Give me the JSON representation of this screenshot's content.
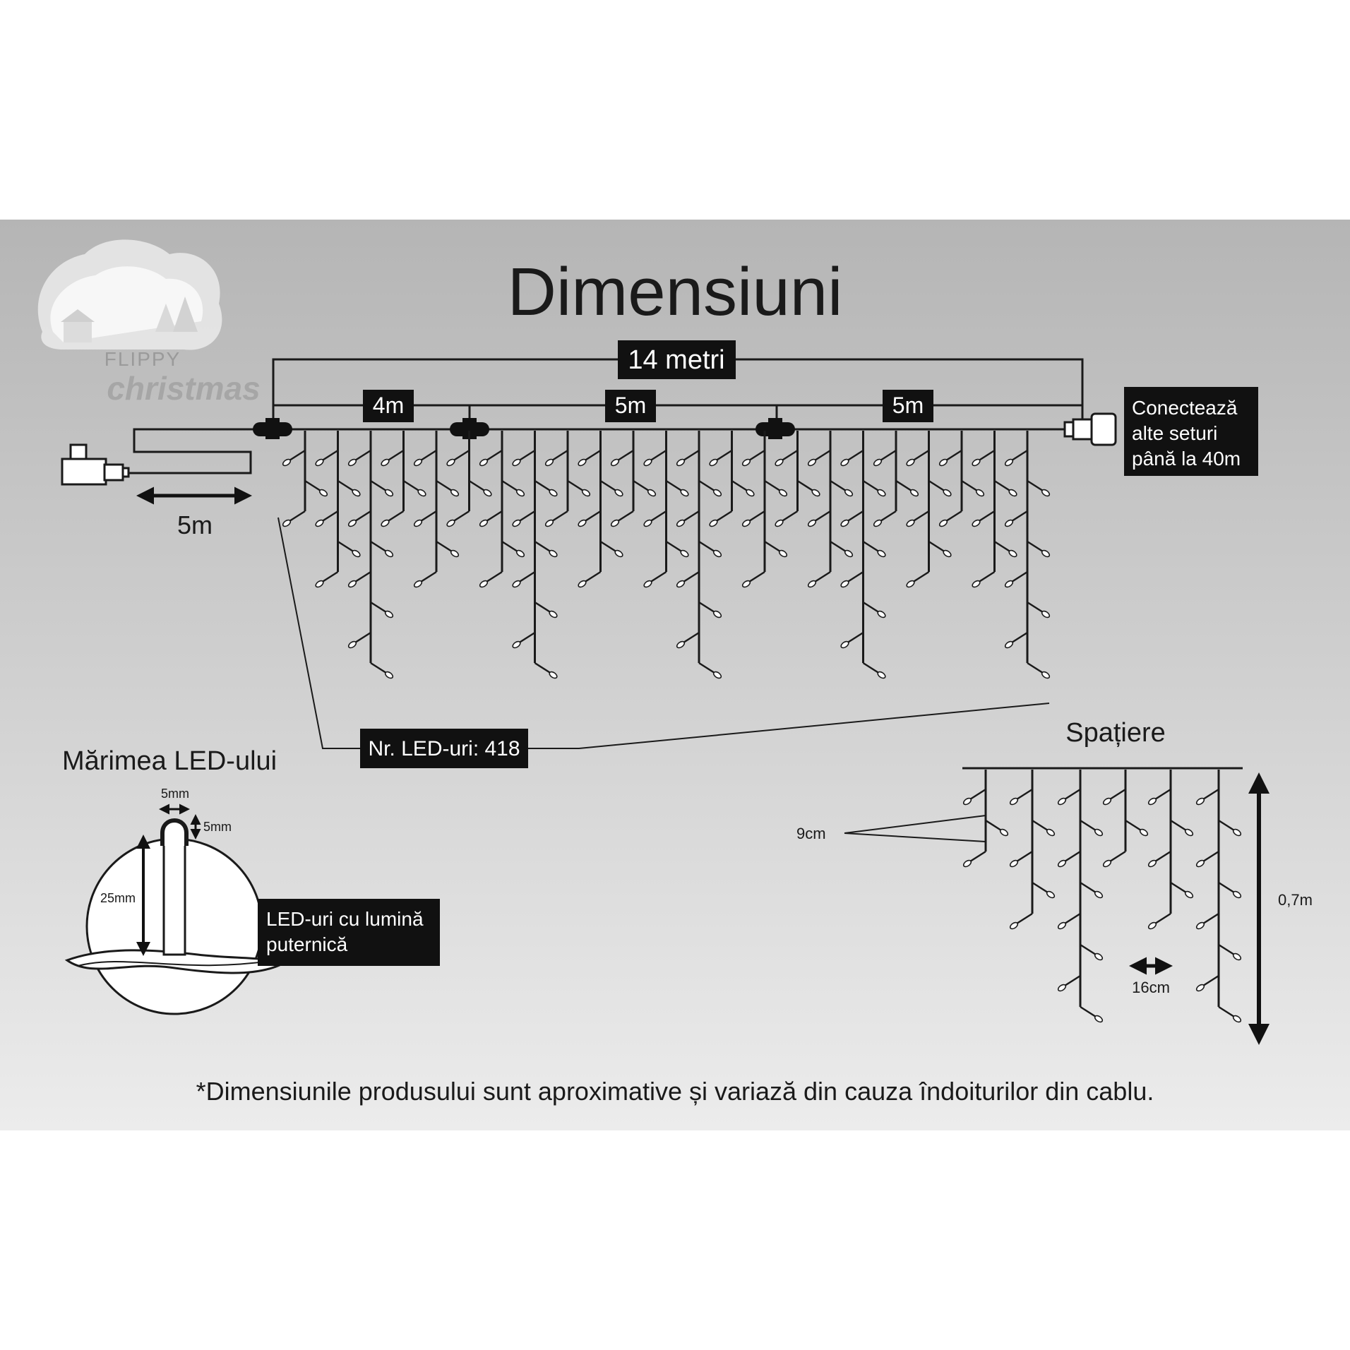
{
  "title": "Dimensiuni",
  "logo": {
    "line1": "FLIPPY",
    "line2": "christmas"
  },
  "dimensions": {
    "total": "14 metri",
    "segment1": "4m",
    "segment2": "5m",
    "segment3": "5m",
    "lead_cable": "5m"
  },
  "connect_note": {
    "line1": "Conectează",
    "line2": "alte seturi",
    "line3": "până la 40m"
  },
  "led_count": "Nr. LED-uri: 418",
  "led_size": {
    "heading": "Mărimea LED-ului",
    "width": "5mm",
    "tip": "5mm",
    "height": "25mm",
    "note_line1": "LED-uri cu lumină",
    "note_line2": "puternică"
  },
  "spacing": {
    "heading": "Spațiere",
    "drop_spacing": "9cm",
    "strand_spacing": "16cm",
    "height": "0,7m"
  },
  "footnote": "*Dimensiunile produsului sunt aproximative și variază din cauza îndoiturilor din cablu.",
  "colors": {
    "line": "#1a1a1a",
    "label_bg": "#111111",
    "label_text": "#ffffff"
  }
}
